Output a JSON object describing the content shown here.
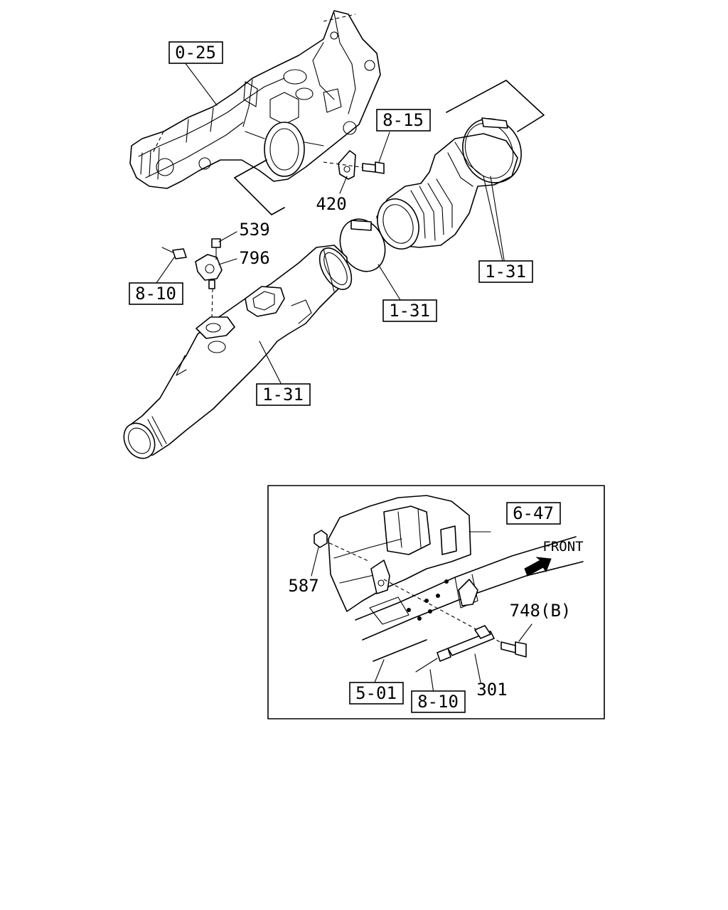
{
  "callouts": {
    "intake_manifold_ref": "0-25",
    "bracket_ref": "8-15",
    "bracket_part": "420",
    "bolt_part": "539",
    "sensor_part": "796",
    "connector_ref_top": "8-10",
    "pipe_ref_a": "1-31",
    "pipe_ref_b": "1-31",
    "pipe_ref_c": "1-31"
  },
  "inset": {
    "frame_ref": "6-47",
    "front_label": "FRONT",
    "nut_part": "587",
    "bolt_part": "748(B)",
    "sensor_part": "301",
    "body_ref": "5-01",
    "connector_ref": "8-10"
  }
}
